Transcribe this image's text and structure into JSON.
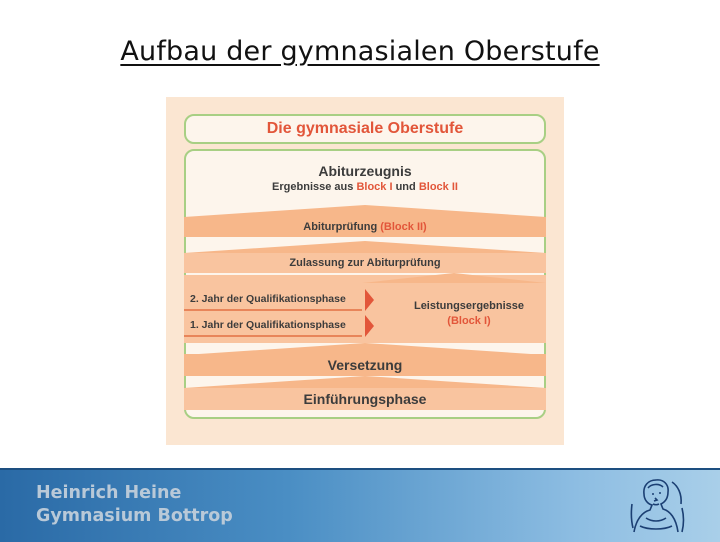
{
  "slide": {
    "title": "Aufbau der gymnasialen Oberstufe"
  },
  "diagram": {
    "header": "Die gymnasiale Oberstufe",
    "abiturzeugnis": {
      "title": "Abiturzeugnis",
      "sub_prefix": "Ergebnisse aus",
      "block1": "Block I",
      "und": "und",
      "block2": "Block II"
    },
    "abiturpruefung": {
      "text": "Abiturprüfung",
      "block": "(Block II)"
    },
    "zulassung": "Zulassung zur Abiturprüfung",
    "jahr2": "2. Jahr der Qualifikationsphase",
    "jahr1": "1. Jahr der Qualifikationsphase",
    "leistung": {
      "text": "Leistungsergebnisse",
      "block": "(Block I)"
    },
    "versetzung": "Versetzung",
    "einfuehrung": "Einführungsphase"
  },
  "footer": {
    "line1": "Heinrich Heine",
    "line2": "Gymnasium Bottrop"
  },
  "colors": {
    "accent_red": "#e2563a",
    "band_orange": "#f7b78a",
    "border_green": "#a8cf84",
    "footer_blue": "#2a6aa6"
  }
}
